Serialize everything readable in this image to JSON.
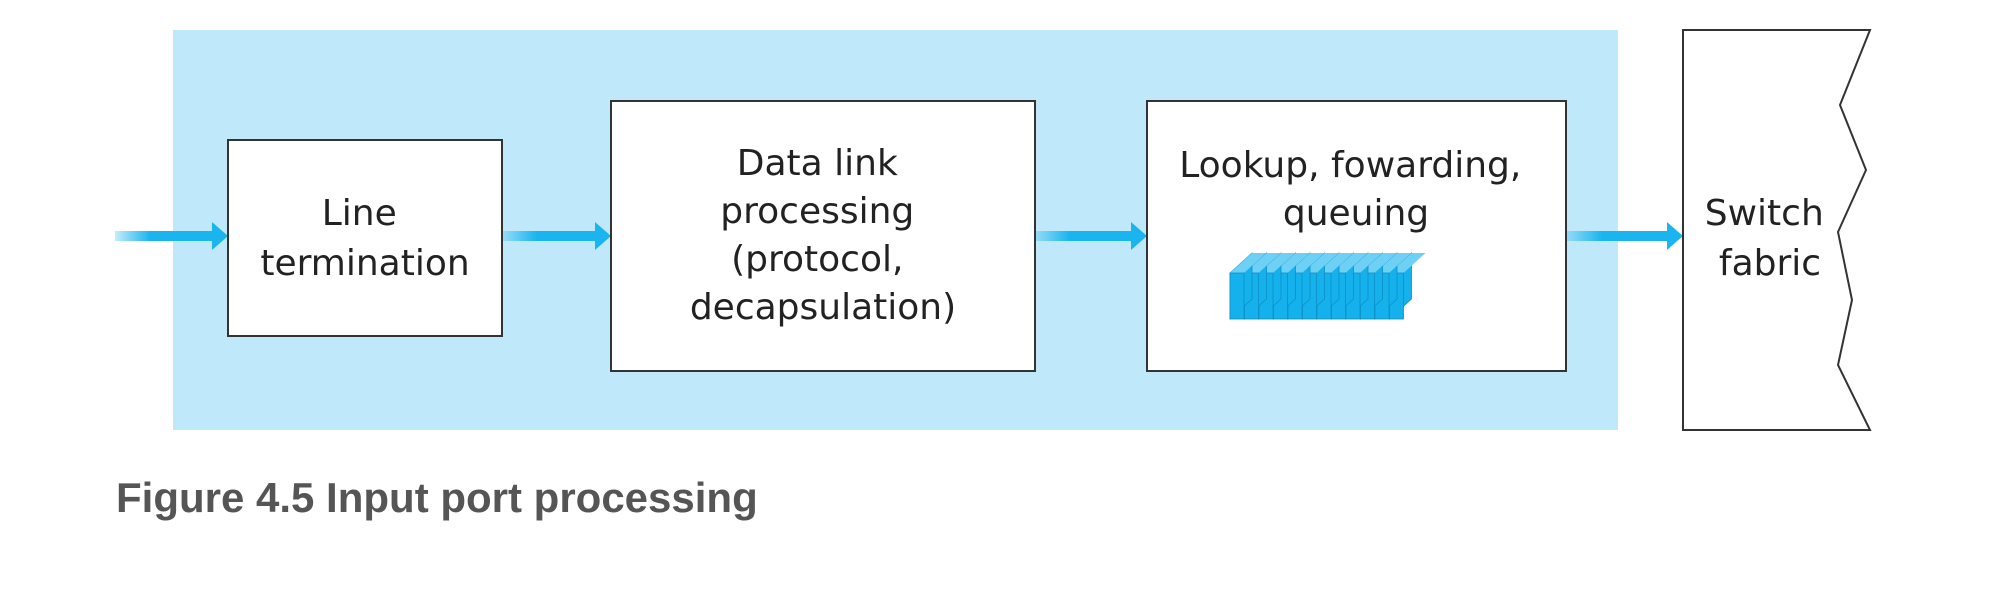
{
  "colors": {
    "panel": "#bfe9fb",
    "arrow": "#1ab5ee",
    "queue_front": "#14b1ec",
    "queue_top": "#6fd0f5",
    "box_stroke": "#333333",
    "caption": "#555555"
  },
  "diagram": {
    "line_termination": {
      "lines": [
        "Line",
        "termination"
      ]
    },
    "data_link": {
      "lines": [
        "Data link",
        "processing",
        "(protocol,",
        "decapsulation)"
      ]
    },
    "lookup": {
      "lines": [
        "Lookup, fowarding,",
        "queuing"
      ],
      "queue_packets": 12
    },
    "switch_fabric": {
      "lines": [
        "Switch",
        "fabric"
      ]
    }
  },
  "caption": "Figure 4.5 Input port processing"
}
